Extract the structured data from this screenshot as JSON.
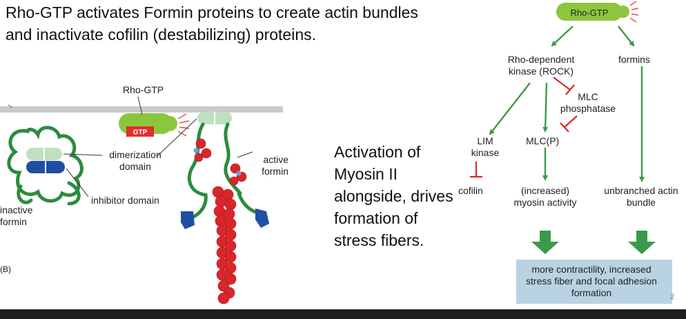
{
  "heading": "Rho-GTP activates Formin proteins to create actin bundles and inactivate cofilin (destabilizing) proteins.",
  "side_note": "Activation of Myosin II alongside, drives formation of stress fibers.",
  "left_figure": {
    "rho_gtp_label": "Rho-GTP",
    "gtp_badge": "GTP",
    "dimerization_label": "dimerization domain",
    "inhibitor_label": "inhibitor domain",
    "inactive_label": "inactive formin",
    "active_label": "active formin",
    "panel_label": "(B)"
  },
  "pathway": {
    "rho_gtp": "Rho-GTP",
    "rock": "Rho-dependent kinase (ROCK)",
    "formins": "formins",
    "mlc_phosphatase": "MLC phosphatase",
    "lim_kinase": "LIM kinase",
    "mlcp": "MLC(P)",
    "cofilin": "cofilin",
    "myosin": "(increased) myosin activity",
    "actin_bundle": "unbranched actin bundle",
    "outcome": "more contractility, increased stress fiber and focal adhesion formation"
  },
  "page_number": "2",
  "colors": {
    "membrane": "#c8cacb",
    "rho_green": "#8cc63f",
    "gtp_red": "#e0302d",
    "formin_green": "#2e8b3e",
    "dimer_light": "#bfe0c0",
    "inhibitor_blue": "#1f4fa3",
    "actin_red": "#d9262b",
    "arrow_green": "#3a9a4a",
    "inhibit_red": "#d42a2a",
    "outcome_box": "#b9d3e3"
  }
}
